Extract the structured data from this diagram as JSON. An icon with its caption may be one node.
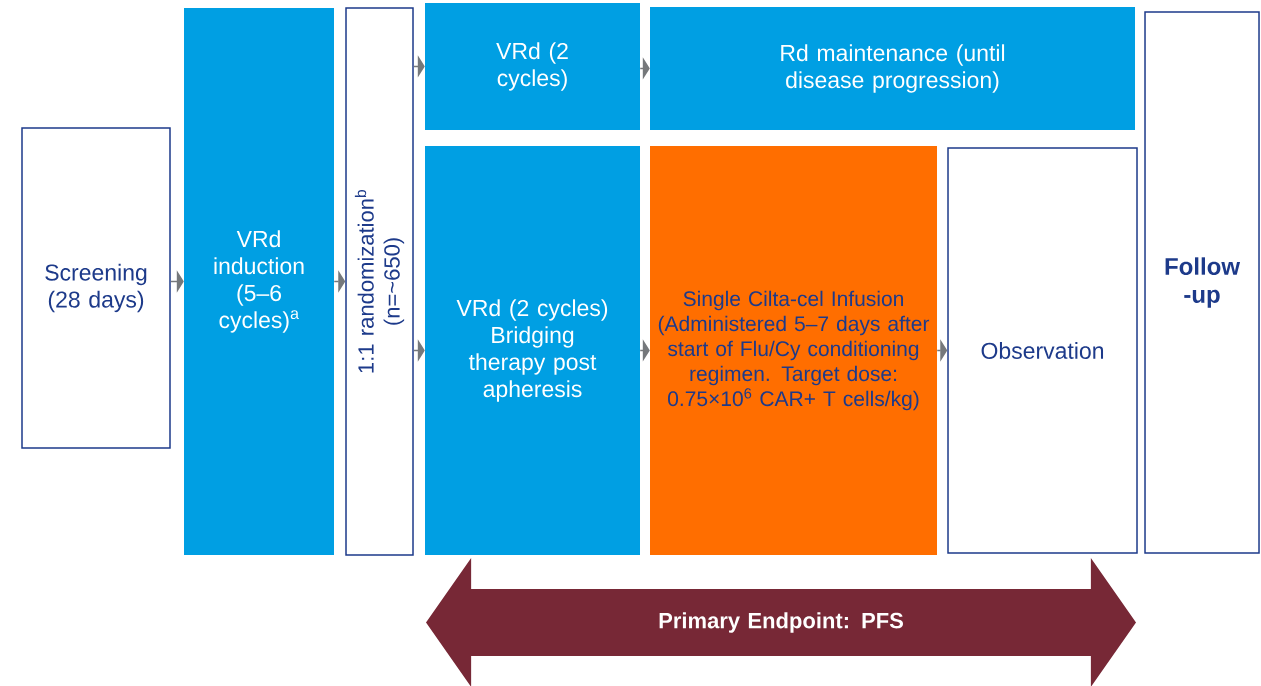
{
  "diagram": {
    "nodes": [
      {
        "text": [
          "Screening (28 days)"
        ]
      },
      {
        "text": [
          "VRd induction (5–6 cycles)$^{a}$"
        ]
      },
      {
        "text": [
          "1:1 randomization$^{b}$ (n=~650)"
        ]
      },
      {
        "text": [
          "VRd (2 cycles)"
        ]
      },
      {
        "text": [
          "Rd maintenance (until disease progression)"
        ]
      },
      {
        "text": [
          "VRd (2 cycles) Bridging therapy post apheresis"
        ]
      },
      {
        "text": [
          "Single Cilta-cel Infusion (Administered 5–7 days after start of Flu/Cy conditioning regimen. Target dose: 0.75×10$^{6}$ CAR+ T cells/kg)"
        ]
      },
      {
        "text": [
          "Observation"
        ]
      },
      {
        "text": [
          "Follow -up"
        ]
      },
      {
        "text": [
          "Primary Endpoint: PFS"
        ]
      }
    ],
    "edges": [
      {
        "from": 0,
        "to": 1,
        "arrow": "to"
      },
      {
        "from": 1,
        "to": 2,
        "arrow": "to"
      },
      {
        "from": 2,
        "to": 3,
        "arrow": "to"
      },
      {
        "from": 2,
        "to": 5,
        "arrow": "to"
      },
      {
        "from": 3,
        "to": 4,
        "arrow": "to"
      },
      {
        "from": 5,
        "to": 6,
        "arrow": "to"
      },
      {
        "from": 6,
        "to": 7,
        "arrow": "to"
      }
    ]
  }
}
